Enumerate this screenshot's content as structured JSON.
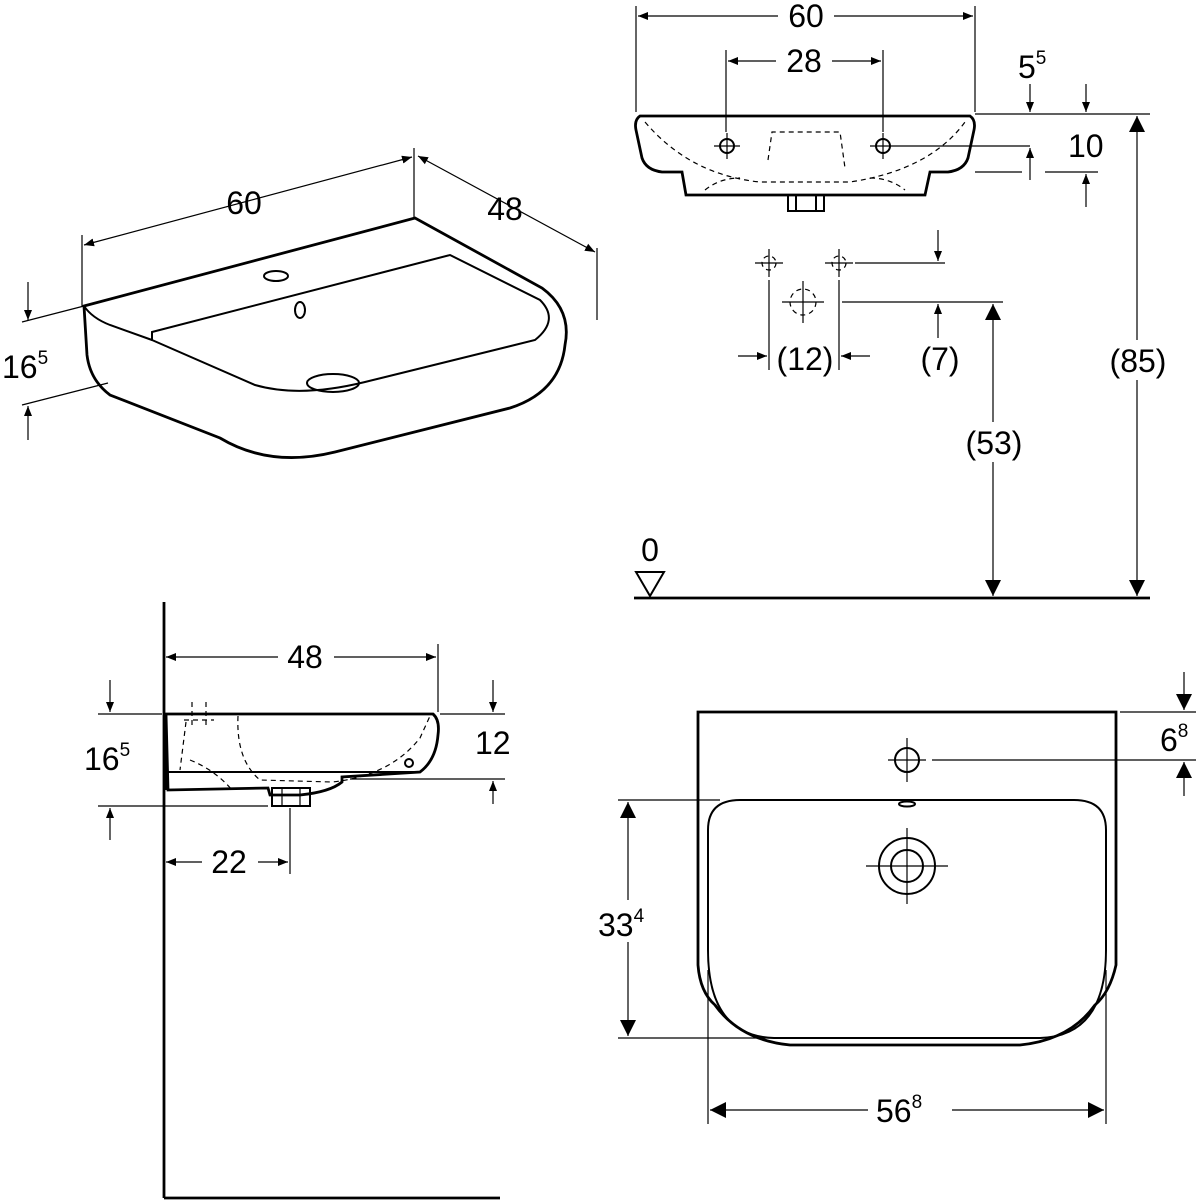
{
  "iso": {
    "width": "60",
    "depth": "48",
    "height": {
      "base": "16",
      "sup": "5"
    }
  },
  "front": {
    "width": "60",
    "tap_spacing": "28",
    "top_offset": {
      "base": "5",
      "sup": "5"
    },
    "rim_height": "10",
    "tap_spacing_supply": "(12)",
    "supply_offset": "(7)",
    "drain_height": "(53)",
    "rim_height_floor": "(85)",
    "floor_level": "0"
  },
  "side": {
    "depth": "48",
    "height": {
      "base": "16",
      "sup": "5"
    },
    "bowl_height": "12",
    "drain_offset": "22"
  },
  "top": {
    "tap_offset": {
      "base": "6",
      "sup": "8"
    },
    "bowl_depth": {
      "base": "33",
      "sup": "4"
    },
    "bowl_width": {
      "base": "56",
      "sup": "8"
    }
  }
}
